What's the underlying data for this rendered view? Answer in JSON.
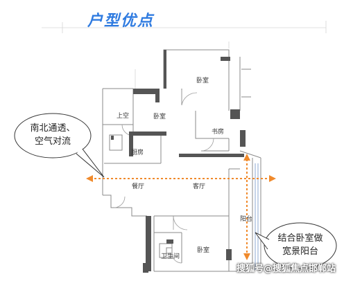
{
  "title": "户型优点",
  "rooms": {
    "bedroom_top": "卧室",
    "upper_void": "上空",
    "bedroom_mid": "卧室",
    "study": "书房",
    "kitchen": "厨房",
    "dining": "餐厅",
    "living": "客厅",
    "balcony": "阳台",
    "bathroom": "卫生间",
    "bedroom_bottom": "卧室"
  },
  "callouts": {
    "left": [
      "南北通透、",
      "空气对流"
    ],
    "right": [
      "结合卧室做",
      "宽景阳台"
    ]
  },
  "watermark": "搜狐号@搜狐焦点邯郸站",
  "colors": {
    "title": "#2f7be0",
    "arrow": "#f08a2c",
    "wall": "#555555",
    "thin_line": "#8a8a8a",
    "glass": "#9fb6d8"
  }
}
